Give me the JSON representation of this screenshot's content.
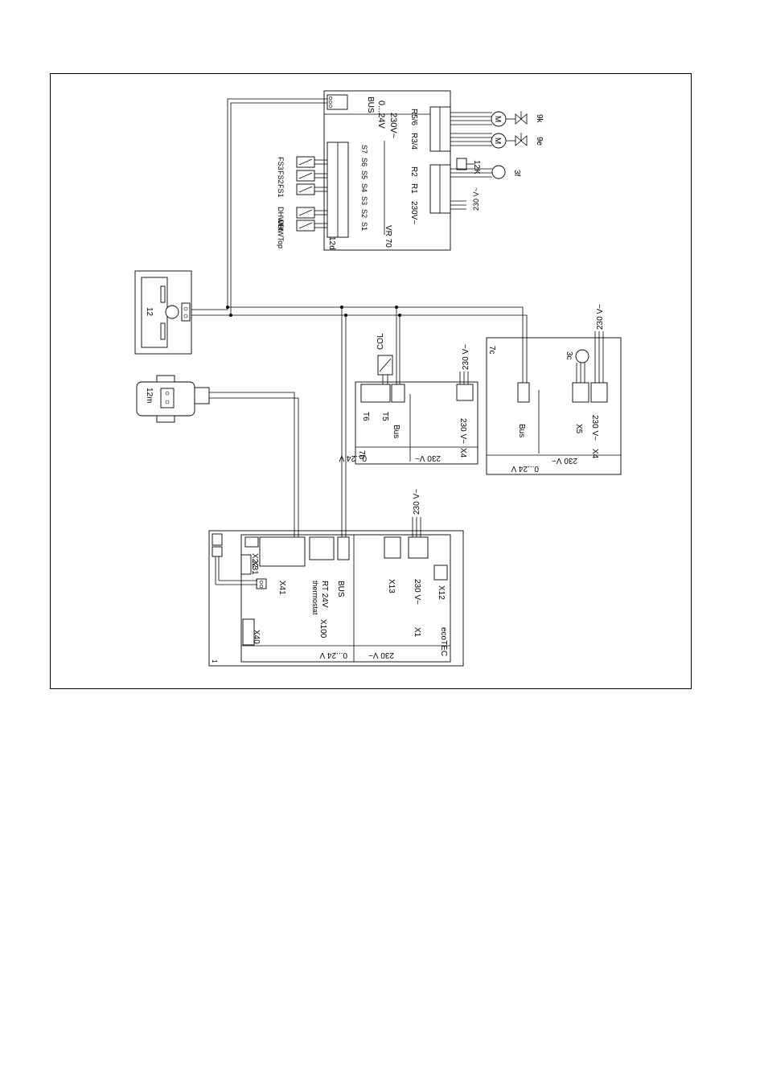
{
  "diagram": {
    "vr70": {
      "title": "VR 70",
      "id": "12d",
      "bus": "BUS",
      "low_voltage": "0...24V",
      "mains_voltage": "230V~",
      "mains_in": "230V~",
      "relays": [
        "R1",
        "R2",
        "R3/4",
        "R5/6"
      ],
      "sensor_inputs": [
        "S1",
        "S2",
        "S3",
        "S4",
        "S5",
        "S6",
        "S7"
      ],
      "sensors": [
        "FS1",
        "FS2",
        "FS3"
      ],
      "dhw_sensors": [
        "DHWTop",
        "DHWBt"
      ],
      "supply": "230 V~"
    },
    "outputs": {
      "motor_label": "M",
      "valve_9k": "9k",
      "valve_9e": "9e",
      "pump_3f": "3f",
      "relay_12k": "12K"
    },
    "controller": {
      "id": "12"
    },
    "sensor_12m": {
      "id": "12m"
    },
    "module_7b": {
      "id": "7b",
      "terminals": [
        "T6",
        "T5",
        "Bus"
      ],
      "col": "COL",
      "supply": "230 V~",
      "x4": "X4",
      "x4_voltage": "230 V~",
      "low_voltage": "0...24 V",
      "mains_voltage": "230 V~"
    },
    "module_7c": {
      "id": "7c",
      "bus": "Bus",
      "pump": "3c",
      "x5": "X5",
      "x4": "X4",
      "x4_voltage": "230 V~",
      "supply": "230 V~",
      "low_voltage": "0...24 V",
      "mains_voltage": "230 V~"
    },
    "ecotec": {
      "name": "ecoTEC",
      "connectors": [
        "X22",
        "X31",
        "X41",
        "X40",
        "X100",
        "X13",
        "X12",
        "X1"
      ],
      "thermostat": "thermostat",
      "rt24v": "RT 24V",
      "bus": "BUS",
      "x1_voltage": "230 V~",
      "supply": "230 V~",
      "low_voltage": "0...24 V",
      "mains_voltage": "230 V~",
      "corner_mark": "1"
    }
  }
}
